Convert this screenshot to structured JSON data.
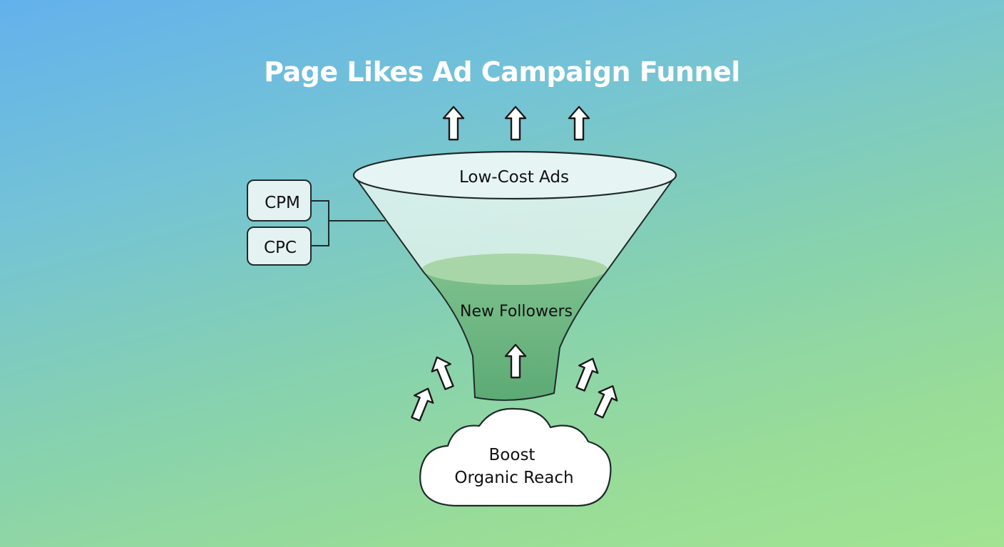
{
  "diagram": {
    "title": "Page Likes Ad Campaign Funnel",
    "funnel_top_label": "Low-Cost Ads",
    "funnel_mid_label": "New Followers",
    "side_boxes": [
      "CPM",
      "CPC"
    ],
    "cloud_lines": [
      "Boost",
      "Organic Reach"
    ]
  }
}
